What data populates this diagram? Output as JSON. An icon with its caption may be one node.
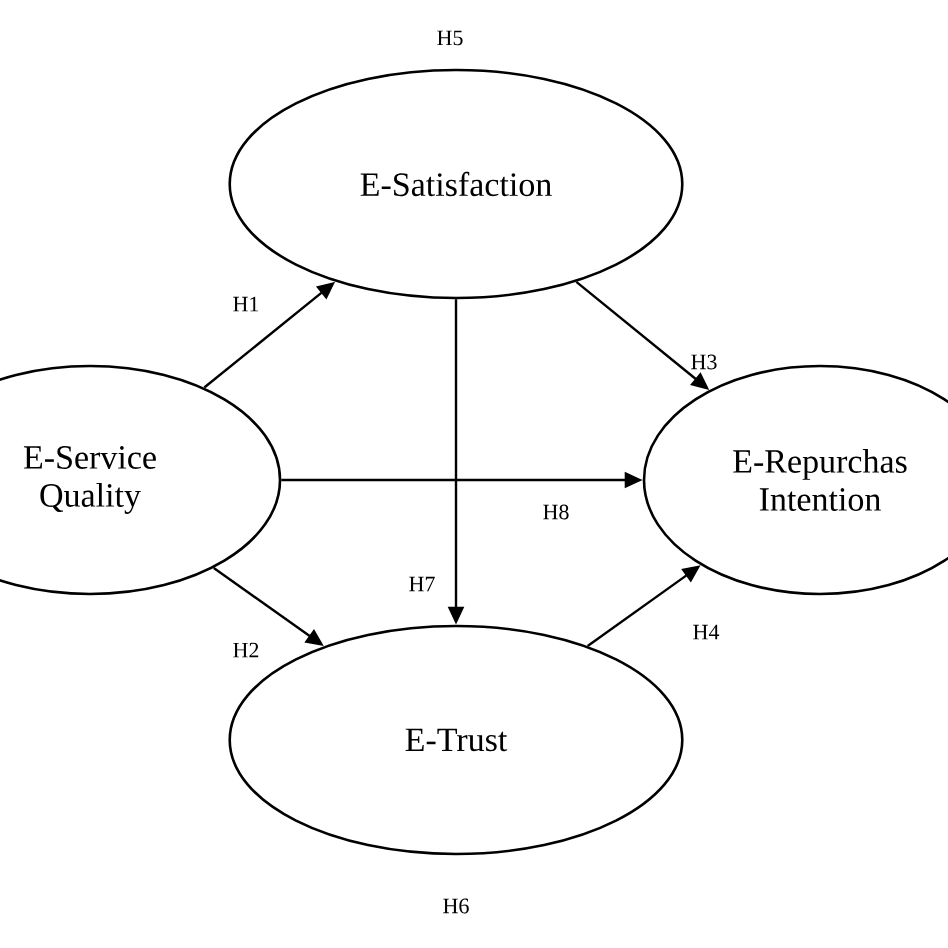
{
  "diagram": {
    "nodes": [
      {
        "text": [
          "E-Service Quality"
        ]
      },
      {
        "text": [
          "E-Satisfaction"
        ]
      },
      {
        "text": [
          "E-Repurchas Intention"
        ]
      },
      {
        "text": [
          "E-Trust"
        ]
      }
    ],
    "edges": [
      {
        "from": 0,
        "to": 1,
        "arrow": "to",
        "label": "H1"
      },
      {
        "from": 0,
        "to": 3,
        "arrow": "to",
        "label": "H2"
      },
      {
        "from": 1,
        "to": 2,
        "arrow": "to",
        "label": "H3"
      },
      {
        "from": 3,
        "to": 2,
        "arrow": "to",
        "label": "H4"
      },
      {
        "from": 1,
        "to": 3,
        "arrow": "to",
        "label": "H7"
      },
      {
        "from": 0,
        "to": 2,
        "arrow": "to",
        "label": "H8"
      }
    ],
    "labels": [
      "H5",
      "H6"
    ]
  }
}
